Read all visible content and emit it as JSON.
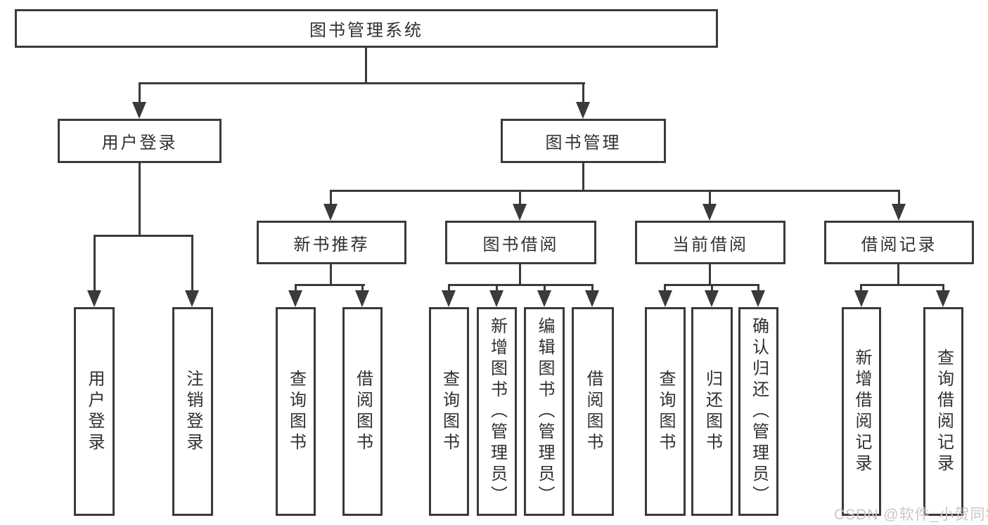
{
  "colors": {
    "line": "#3a3a3a",
    "text": "#303030",
    "watermark": "#c9c6c6",
    "background": "#ffffff"
  },
  "tree": {
    "root": {
      "label": "图书管理系统",
      "children": [
        {
          "label": "用户登录",
          "children": [
            {
              "label": "用户登录"
            },
            {
              "label": "注销登录"
            }
          ]
        },
        {
          "label": "图书管理",
          "children": [
            {
              "label": "新书推荐",
              "children": [
                {
                  "label": "查询图书"
                },
                {
                  "label": "借阅图书"
                }
              ]
            },
            {
              "label": "图书借阅",
              "children": [
                {
                  "label": "查询图书"
                },
                {
                  "label": "新增图书（管理员）"
                },
                {
                  "label": "编辑图书（管理员）"
                },
                {
                  "label": "借阅图书"
                }
              ]
            },
            {
              "label": "当前借阅",
              "children": [
                {
                  "label": "查询图书"
                },
                {
                  "label": "归还图书"
                },
                {
                  "label": "确认归还（管理员）"
                }
              ]
            },
            {
              "label": "借阅记录",
              "children": [
                {
                  "label": "新增借阅记录"
                },
                {
                  "label": "查询借阅记录"
                }
              ]
            }
          ]
        }
      ]
    }
  },
  "watermark": {
    "text": "CSDN @软件_小贺同学"
  }
}
